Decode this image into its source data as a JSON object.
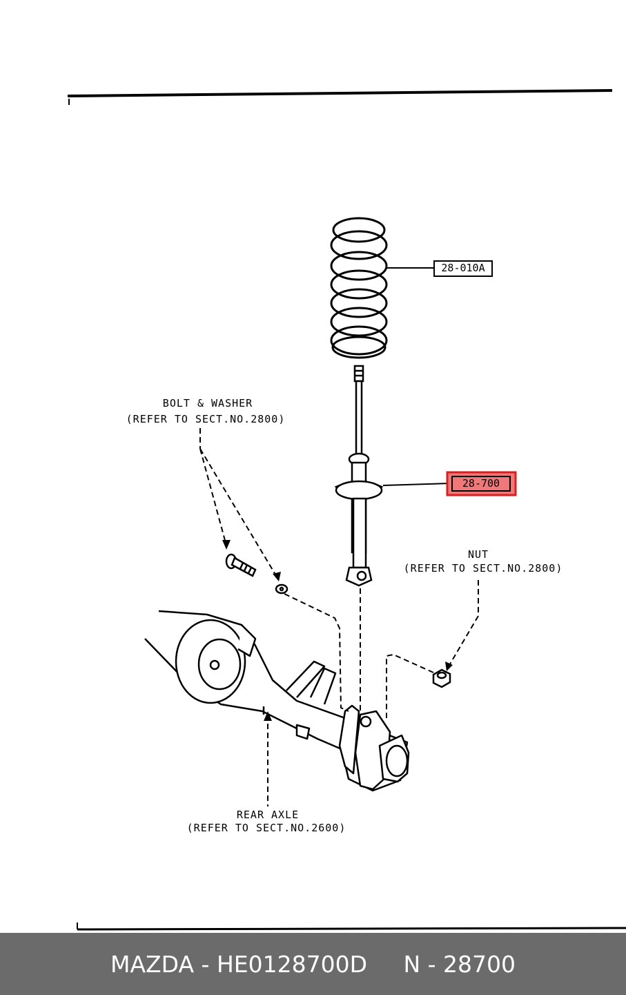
{
  "callouts": {
    "spring_part": "28-010A",
    "shock_part": "28-700"
  },
  "labels": {
    "bolt_title": "BOLT & WASHER",
    "bolt_ref": "(REFER TO SECT.NO.2800)",
    "nut_title": "NUT",
    "nut_ref": "(REFER TO SECT.NO.2800)",
    "axle_title": "REAR AXLE",
    "axle_ref": "(REFER TO SECT.NO.2600)"
  },
  "footer": {
    "text": "MAZDA - HE0128700D     N - 28700"
  },
  "colors": {
    "footer_bg": "#6b6b6b",
    "highlight_fill": "#f07878",
    "highlight_border": "#d81f1f"
  }
}
